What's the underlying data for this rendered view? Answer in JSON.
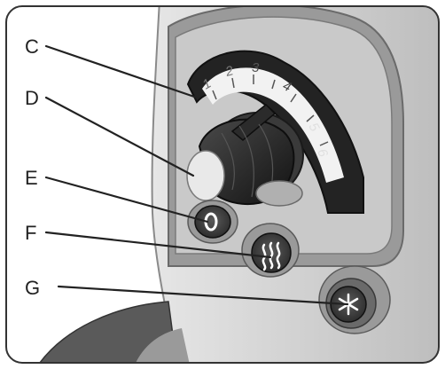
{
  "callouts": [
    {
      "letter": "C",
      "target": "temperature-scale"
    },
    {
      "letter": "D",
      "target": "temperature-knob"
    },
    {
      "letter": "E",
      "target": "power-indicator-light"
    },
    {
      "letter": "F",
      "target": "heat-button"
    },
    {
      "letter": "G",
      "target": "cool-button"
    }
  ],
  "dial": {
    "scale_numbers": [
      "1",
      "2",
      "3",
      "4",
      "5",
      "6"
    ]
  },
  "icons": {
    "indicator": "power-ring-icon",
    "heat": "heat-waves-icon",
    "cool": "snowflake-icon"
  },
  "colors": {
    "frame_border": "#333333",
    "body_light": "#dcdcdc",
    "body_mid": "#b9b9b9",
    "body_dark": "#8c8c8c",
    "panel_inner": "#232323",
    "knob_dark": "#1e1e1e",
    "knob_cap": "#e9e9e9",
    "leader_line": "#222222"
  }
}
